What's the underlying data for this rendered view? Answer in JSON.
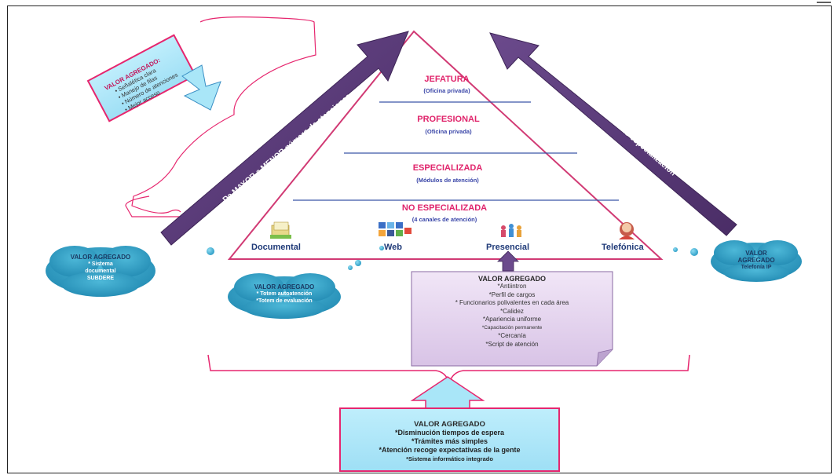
{
  "pyramid": {
    "levels": [
      {
        "title": "JEFATURA",
        "subtitle": "(Oficina privada)"
      },
      {
        "title": "PROFESIONAL",
        "subtitle": "(Oficina privada)"
      },
      {
        "title": "ESPECIALIZADA",
        "subtitle": "(Módulos de atención)"
      },
      {
        "title": "NO ESPECIALIZADA",
        "subtitle": "(4 canales de atención)"
      }
    ],
    "channels": [
      "Documental",
      "Web",
      "Presencial",
      "Telefónica"
    ]
  },
  "arrows": {
    "left": "De MAYOR a MENOR número de atenciones",
    "right": "De MENOS a MAS especialización"
  },
  "top_left_box": {
    "title": "VALOR AGREGADO:",
    "items": [
      "• Señalética clara",
      "• Manejo de filas",
      "• Número de atenciones",
      "• Mejor acceso"
    ]
  },
  "clouds": {
    "documental": {
      "title": "VALOR AGREGADO",
      "items": [
        "* Sistema",
        "documental",
        "SUBDERE"
      ]
    },
    "web": {
      "title": "VALOR AGREGADO",
      "items": [
        "* Totem autoatención",
        "*Totem de evaluación"
      ]
    },
    "telefonica": {
      "title": "VALOR",
      "title2": "AGREGADO",
      "items": [
        "Telefonía IP"
      ]
    }
  },
  "presencial_note": {
    "title": "VALOR AGREGADO",
    "items": [
      "*Antiintron",
      "*Perfil de cargos",
      "* Funcionarios polivalentes en cada área",
      "*Calidez",
      "*Apariencia uniforme",
      "*Capacitación permanente",
      "*Cercanía",
      "*Script de atención"
    ]
  },
  "bottom_box": {
    "title": "VALOR AGREGADO",
    "items": [
      "*Disminución tiempos de espera",
      "*Trámites más simples",
      "*Atención recoge expectativas de la gente",
      "*Sistema informático integrado"
    ]
  },
  "colors": {
    "pink": "#e6266e",
    "purple_arrow": "#5b3a7a",
    "cloud": "#2f9fc4",
    "note_bg": "#e9dcf1",
    "pyramid_line": "#d13a74",
    "level_divider": "#3a56a6",
    "title_pink": "#e0246b",
    "subtitle_blue": "#3a46a8"
  }
}
